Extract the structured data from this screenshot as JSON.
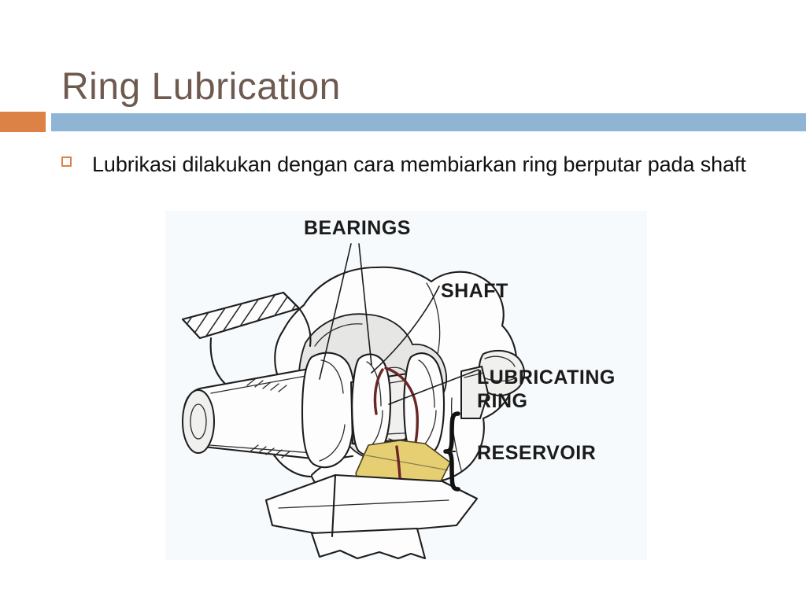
{
  "slide": {
    "title": "Ring Lubrication",
    "title_color": "#6f5a50",
    "accent_color": "#dd8247",
    "bar_color": "#8fb4d4",
    "background": "#ffffff"
  },
  "body": {
    "bullets": [
      {
        "marker": "hollow-square-bullet",
        "text": "Lubrikasi dilakukan dengan cara membiarkan ring berputar pada shaft"
      }
    ]
  },
  "figure": {
    "name": "ring-lubrication-cutaway-diagram",
    "background": "#f6fafc",
    "oil_color": "#e6cf73",
    "ring_color": "#6b2626",
    "labels": {
      "bearings": "BEARINGS",
      "shaft": "SHAFT",
      "lubricating": "LUBRICATING",
      "ring": "RING",
      "reservoir": "RESERVOIR"
    }
  }
}
